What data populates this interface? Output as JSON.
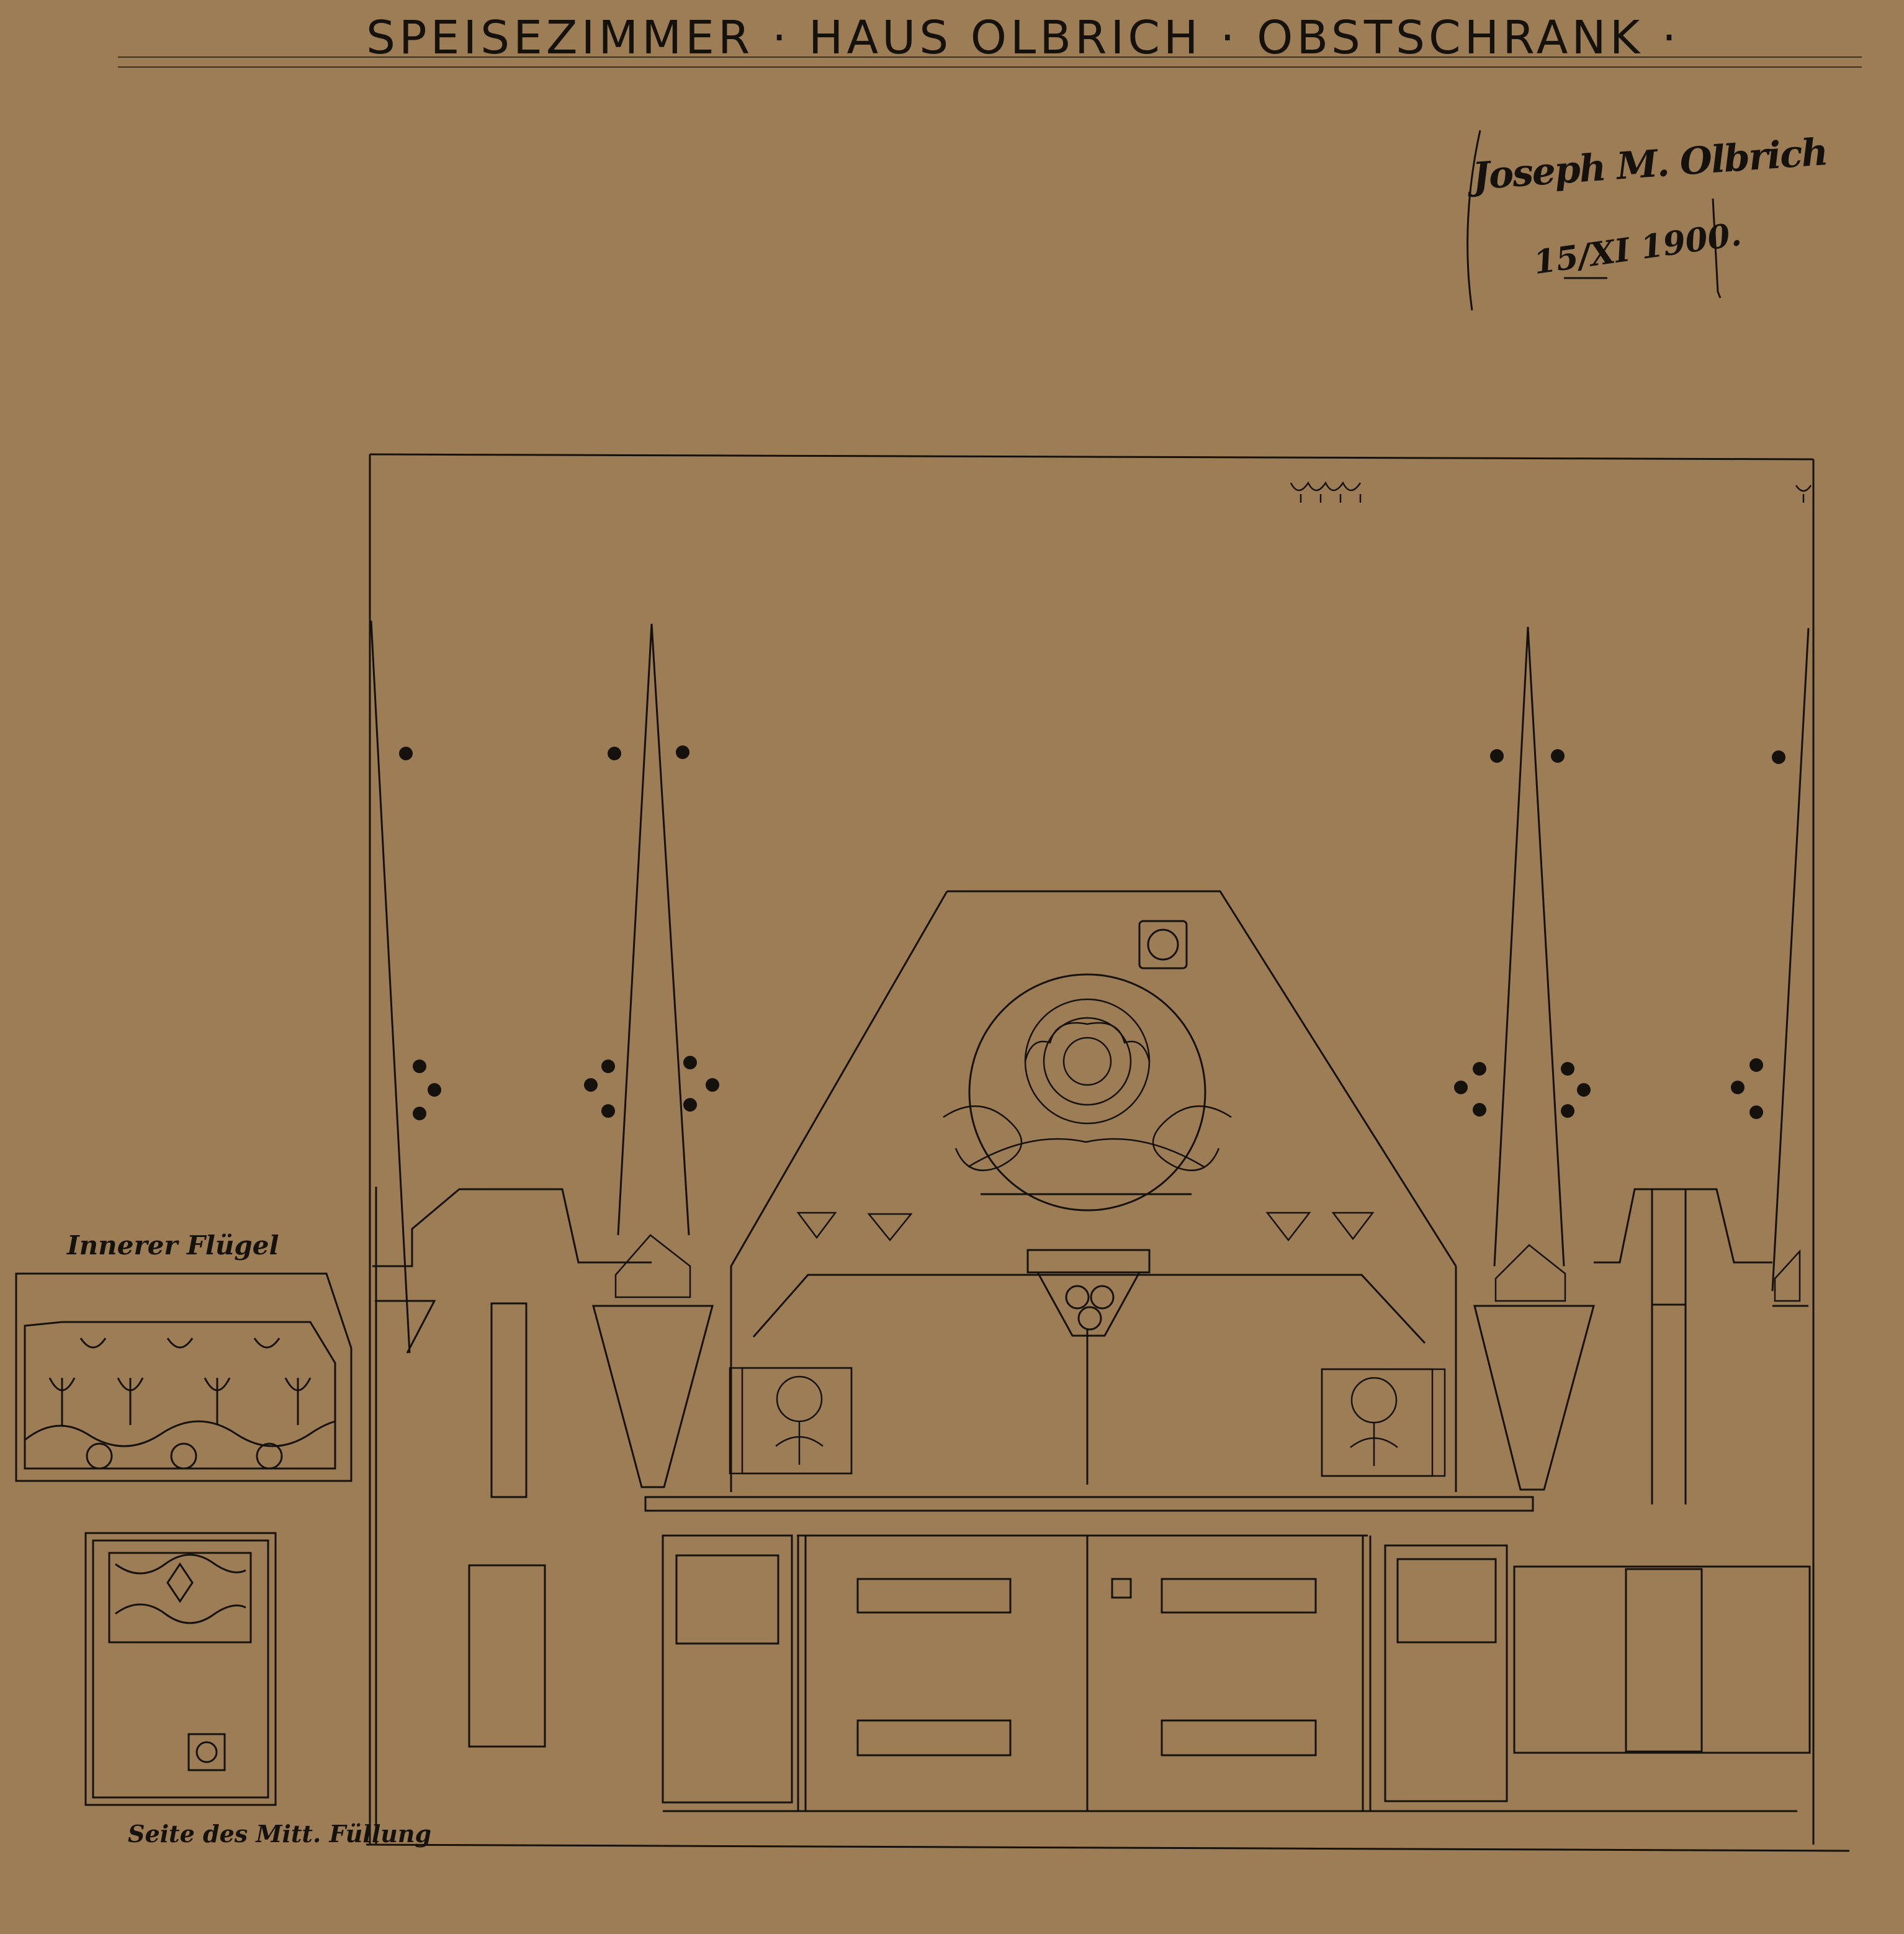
{
  "drawing": {
    "title": "SPEISEZIMMER · HAUS OLBRICH · OBSTSCHRANK ·",
    "signature": "Joseph M. Olbrich",
    "date": "15/XI 1900.",
    "inset_label_inner": "Innerer Flügel",
    "inset_label_side": "Seite des Mitt. Füllung"
  },
  "colors": {
    "paper": "#9d7d55",
    "ink": "#15120d"
  }
}
